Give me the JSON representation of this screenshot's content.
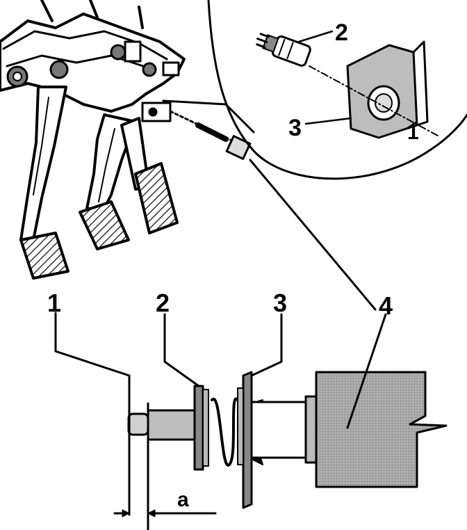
{
  "callouts": {
    "inset_2": "2",
    "inset_3": "3",
    "inset_1": "1",
    "detail_1": "1",
    "detail_2": "2",
    "detail_3": "3",
    "detail_4": "4",
    "dimension_a": "a"
  },
  "colors": {
    "ink": "#000000",
    "switch_body": "#a8a8a8",
    "metal": "#bdbdbd",
    "pad_hatch": "#555555"
  }
}
